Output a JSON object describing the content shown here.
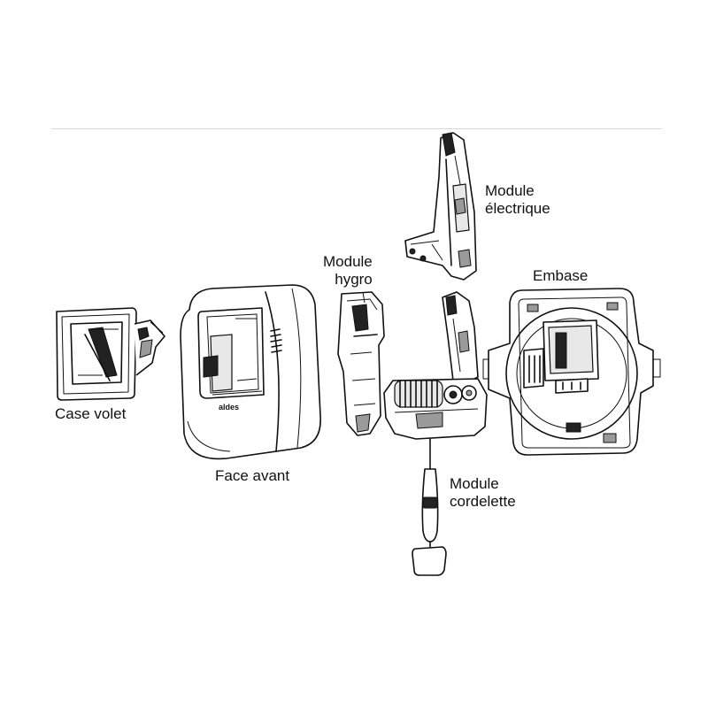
{
  "labels": {
    "case_volet": "Case volet",
    "face_avant": "Face avant",
    "module_hygro": [
      "Module",
      "hygro"
    ],
    "module_electrique": [
      "Module",
      "électrique"
    ],
    "embase": "Embase",
    "module_cordelette": [
      "Module",
      "cordelette"
    ]
  },
  "brand_mark": "aldes"
}
